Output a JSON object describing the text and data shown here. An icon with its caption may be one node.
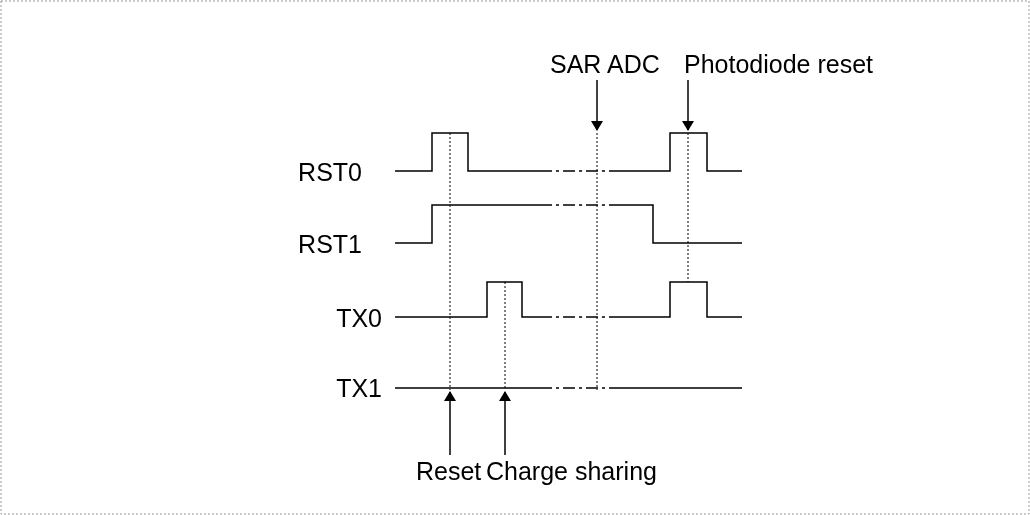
{
  "diagram": {
    "nodes": [
      {
        "text": [
          "SAR ADC"
        ]
      },
      {
        "text": [
          "Photodiode reset"
        ]
      },
      {
        "text": [
          "Reset"
        ]
      },
      {
        "text": [
          "Charge sharing"
        ]
      }
    ],
    "edges": [
      {
        "from": 0,
        "to": null,
        "arrow": "to"
      },
      {
        "from": 1,
        "to": null,
        "arrow": "to"
      },
      {
        "from": 2,
        "to": null,
        "arrow": "to"
      },
      {
        "from": 3,
        "to": null,
        "arrow": "to"
      }
    ],
    "labels": [
      "RST0",
      "RST1",
      "TX0",
      "TX1"
    ]
  }
}
